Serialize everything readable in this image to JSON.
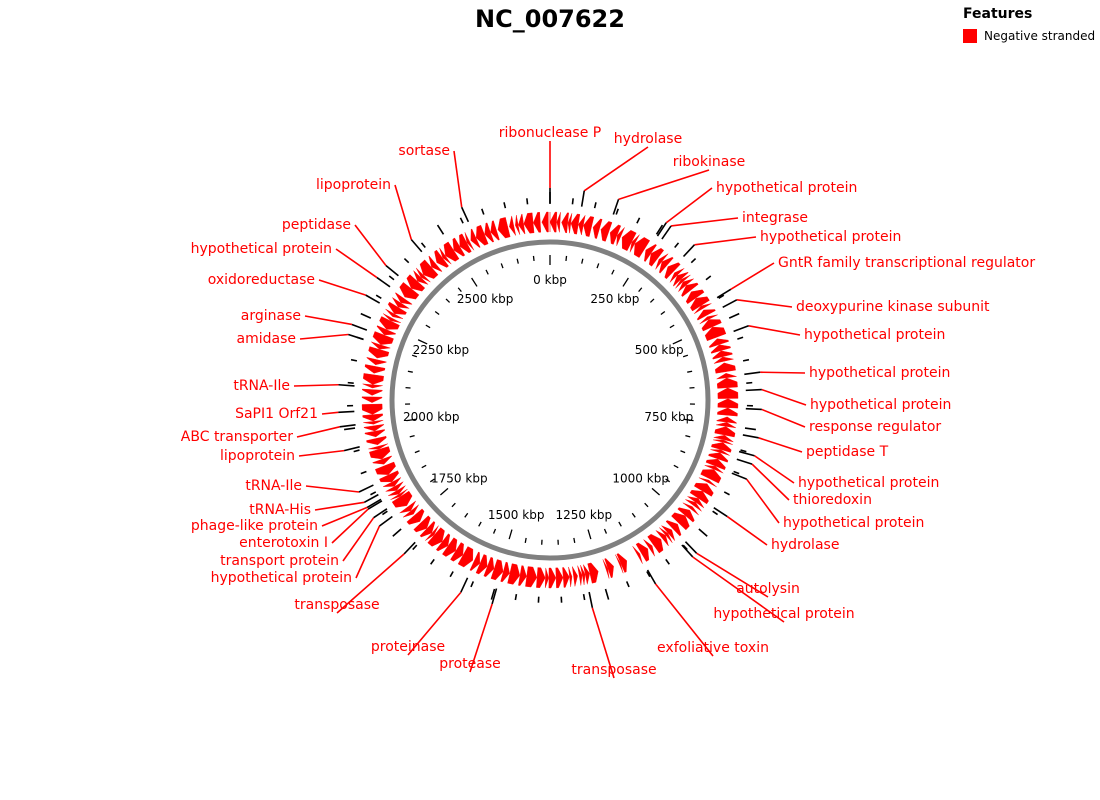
{
  "title": "NC_007622",
  "legend": {
    "title": "Features",
    "items": [
      {
        "label": "Negative stranded",
        "color": "#ff0000"
      }
    ]
  },
  "colors": {
    "feature": "#ff0000",
    "backbone": "#808080",
    "tick": "#000000",
    "text": "#000000"
  },
  "chart_data": {
    "type": "circular-genome-map",
    "sequence_length_kbp": 2750,
    "tick_label_step_kbp": 250,
    "minor_tick_step_kbp": 50,
    "tick_labels": [
      "0 kbp",
      "250 kbp",
      "500 kbp",
      "750 kbp",
      "1000 kbp",
      "1250 kbp",
      "1500 kbp",
      "1750 kbp",
      "2000 kbp",
      "2250 kbp",
      "2500 kbp"
    ],
    "tick_values_kbp": [
      0,
      250,
      500,
      750,
      1000,
      1250,
      1500,
      1750,
      2000,
      2250,
      2500
    ],
    "strand": "negative",
    "features": [
      {
        "label": "ribonuclease P",
        "kbp": 0
      },
      {
        "label": "hydrolase",
        "kbp": 71
      },
      {
        "label": "ribokinase",
        "kbp": 144
      },
      {
        "label": "hypothetical protein",
        "kbp": 254
      },
      {
        "label": "integrase",
        "kbp": 266
      },
      {
        "label": "hypothetical protein",
        "kbp": 328
      },
      {
        "label": "GntR family transcriptional regulator",
        "kbp": 447
      },
      {
        "label": "deoxypurine kinase subunit",
        "kbp": 472
      },
      {
        "label": "hypothetical protein",
        "kbp": 531
      },
      {
        "label": "hypothetical protein",
        "kbp": 630
      },
      {
        "label": "hypothetical protein",
        "kbp": 666
      },
      {
        "label": "response regulator",
        "kbp": 707
      },
      {
        "label": "peptidase T",
        "kbp": 766
      },
      {
        "label": "hypothetical protein",
        "kbp": 804
      },
      {
        "label": "thioredoxin",
        "kbp": 822
      },
      {
        "label": "hypothetical protein",
        "kbp": 855
      },
      {
        "label": "hydrolase",
        "kbp": 942
      },
      {
        "label": "autolysin",
        "kbp": 1041
      },
      {
        "label": "hypothetical protein",
        "kbp": 1052
      },
      {
        "label": "exfoliative toxin",
        "kbp": 1147
      },
      {
        "label": "transposase",
        "kbp": 1287
      },
      {
        "label": "protease",
        "kbp": 1496
      },
      {
        "label": "proteinase",
        "kbp": 1565
      },
      {
        "label": "transposase",
        "kbp": 1707
      },
      {
        "label": "hypothetical protein",
        "kbp": 1784
      },
      {
        "label": "transport protein",
        "kbp": 1805
      },
      {
        "label": "enterotoxin I",
        "kbp": 1826
      },
      {
        "label": "phage-like protein",
        "kbp": 1830
      },
      {
        "label": "tRNA-His",
        "kbp": 1842
      },
      {
        "label": "tRNA-Ile",
        "kbp": 1866
      },
      {
        "label": "lipoprotein",
        "kbp": 1957
      },
      {
        "label": "ABC transporter",
        "kbp": 2007
      },
      {
        "label": "SaPI1 Orf21",
        "kbp": 2037
      },
      {
        "label": "tRNA-Ile",
        "kbp": 2094
      },
      {
        "label": "amidase",
        "kbp": 2200
      },
      {
        "label": "arginase",
        "kbp": 2222
      },
      {
        "label": "oxidoreductase",
        "kbp": 2289
      },
      {
        "label": "hypothetical protein",
        "kbp": 2332
      },
      {
        "label": "peptidase",
        "kbp": 2363
      },
      {
        "label": "lipoprotein",
        "kbp": 2438
      },
      {
        "label": "sortase",
        "kbp": 2562
      }
    ]
  }
}
